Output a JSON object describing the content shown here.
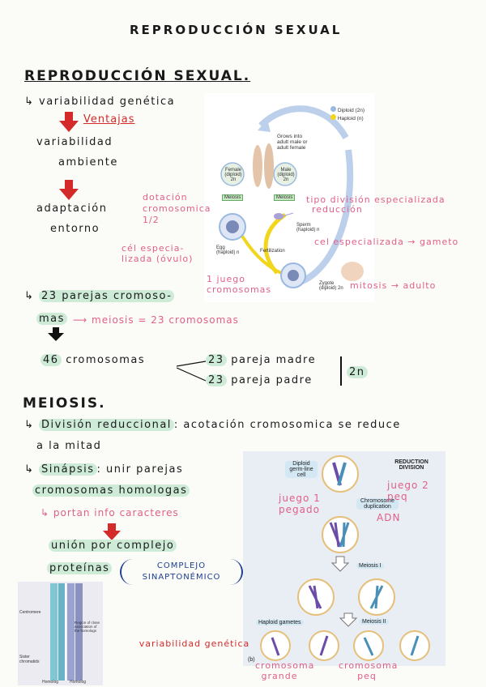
{
  "page_title": "REPRODUCCIÓN SEXUAL",
  "section1": {
    "heading": "REPRODUCCIÓN SEXUAL.",
    "variabilidad": "variabilidad genética",
    "ventajas": "Ventajas",
    "variab_ambiente_1": "variabilidad",
    "variab_ambiente_2": "ambiente",
    "adaptacion_1": "adaptación",
    "adaptacion_2": "entorno",
    "pares_1": "23 parejas cromoso-",
    "pares_2": "mas",
    "meiosis_eq": "meiosis = 23 cromosomas",
    "total": "46",
    "cromosomas": "cromosomas",
    "madre_n": "23",
    "madre": "pareja madre",
    "padre_n": "23",
    "padre": "pareja padre",
    "two_n": "2n"
  },
  "annotations_top": {
    "dotacion": "dotación cromosomica 1/2",
    "tipo_division": "tipo división especializada",
    "reduccion": "reducción",
    "cel_especializada": "cel especializada → gameto",
    "cel_especia_ovulo": "cél especia- lizada (óvulo)",
    "juego": "1 juego cromosomas",
    "mitosis": "mitosis → adulto"
  },
  "figure1": {
    "legend_diploid": "Diploid (2n)",
    "legend_haploid": "Haploid (n)",
    "grows": "Grows into adult male or adult female",
    "female": "Female (diploid) 2n",
    "male": "Male (diploid) 2n",
    "meiosis_left": "Meiosis",
    "meiosis_right": "Meiosis",
    "sperm": "Sperm (haploid) n",
    "egg": "Egg (haploid) n",
    "fertilization": "Fertilization",
    "zygote": "Zygote (diploid) 2n",
    "color_diploid": "#9ab9e0",
    "color_haploid": "#f2d51d"
  },
  "section2": {
    "heading": "MEIOSIS.",
    "division": "División reduccional",
    "division_rest": ": acotación cromosomica se reduce",
    "division_rest2": "a la mitad",
    "sinapsis": "Sinápsis",
    "sinapsis_rest": ": unir parejas",
    "cromosomas_homologas": "cromosomas homologas",
    "portan": "portan info caracteres",
    "union": "unión por complejo",
    "proteinas": "proteínas",
    "complejo": "COMPLEJO SINAPTONÉMICO"
  },
  "figure2": {
    "title": "REDUCTION DIVISION",
    "diploid_cell": "Diploid germ-line cell",
    "chromosome_dup": "Chromosome duplication",
    "meiosis_1": "Meiosis I",
    "meiosis_2": "Meiosis II",
    "haploid_gametes": "Haploid gametes",
    "label_b": "(b)",
    "juego1": "juego 1 pegado",
    "juego2": "juego 2 peq",
    "adn": "ADN",
    "variabilidad": "variabilidad genética",
    "cromosoma_grande": "cromosoma grande",
    "cromosoma_peq": "cromosoma peq"
  },
  "figure3": {
    "centromere": "Centromere",
    "region": "Region of close association of the homologs",
    "sister": "Sister chromatids",
    "homolog1": "Homolog",
    "homolog2": "Homolog"
  }
}
